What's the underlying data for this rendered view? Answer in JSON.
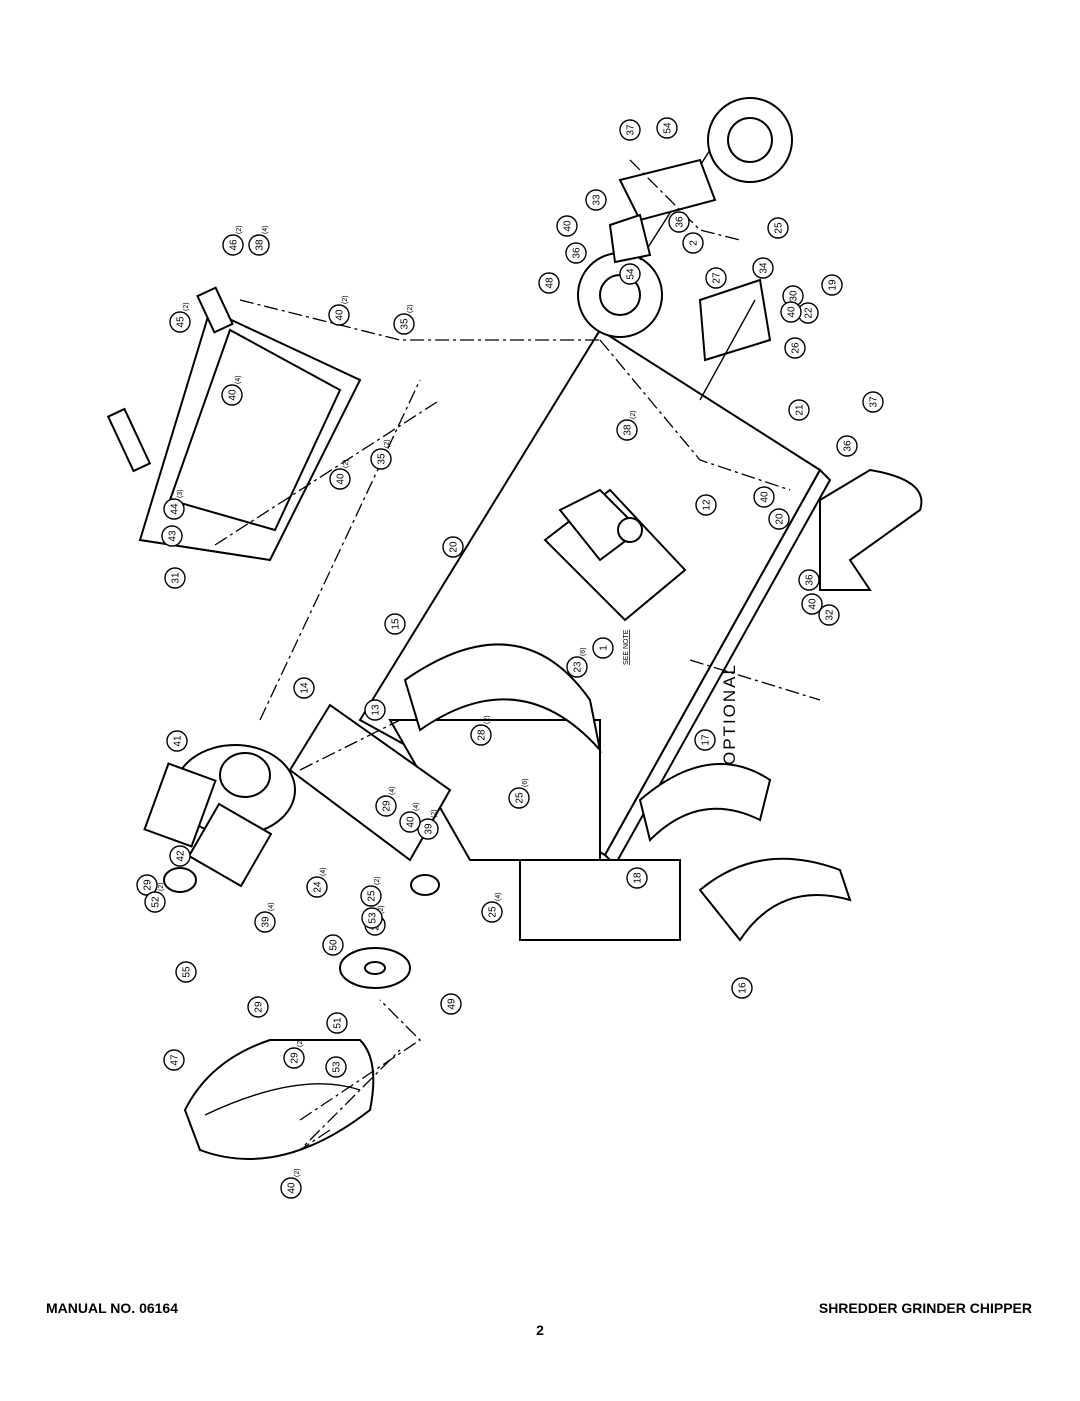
{
  "footer": {
    "manual_label": "MANUAL NO. 06164",
    "product_title": "SHREDDER GRINDER CHIPPER",
    "page_number": "2"
  },
  "diagram": {
    "optional_label": "OPTIONAL",
    "note_label": "SEE NOTE",
    "callouts": [
      {
        "n": "1"
      },
      {
        "n": "2"
      },
      {
        "n": "12"
      },
      {
        "n": "13"
      },
      {
        "n": "14"
      },
      {
        "n": "15"
      },
      {
        "n": "16"
      },
      {
        "n": "17"
      },
      {
        "n": "18"
      },
      {
        "n": "19"
      },
      {
        "n": "20",
        "q": ""
      },
      {
        "n": "20"
      },
      {
        "n": "21"
      },
      {
        "n": "22"
      },
      {
        "n": "23",
        "q": "(6)"
      },
      {
        "n": "24",
        "q": "(4)"
      },
      {
        "n": "25",
        "q": "(2)"
      },
      {
        "n": "25",
        "q": "(2)"
      },
      {
        "n": "25",
        "q": "(4)"
      },
      {
        "n": "25",
        "q": "(6)"
      },
      {
        "n": "25"
      },
      {
        "n": "26"
      },
      {
        "n": "27"
      },
      {
        "n": "28",
        "q": "(2)"
      },
      {
        "n": "29",
        "q": "(2)"
      },
      {
        "n": "29",
        "q": "(4)"
      },
      {
        "n": "29"
      },
      {
        "n": "29"
      },
      {
        "n": "30"
      },
      {
        "n": "31"
      },
      {
        "n": "32"
      },
      {
        "n": "33"
      },
      {
        "n": "34"
      },
      {
        "n": "35",
        "q": "(2)"
      },
      {
        "n": "35",
        "q": "(2)"
      },
      {
        "n": "36"
      },
      {
        "n": "36"
      },
      {
        "n": "36"
      },
      {
        "n": "36"
      },
      {
        "n": "37"
      },
      {
        "n": "37"
      },
      {
        "n": "38",
        "q": "(4)"
      },
      {
        "n": "38",
        "q": "(2)"
      },
      {
        "n": "39",
        "q": "(4)"
      },
      {
        "n": "39",
        "q": "(2)"
      },
      {
        "n": "40",
        "q": "(2)"
      },
      {
        "n": "40",
        "q": "(4)"
      },
      {
        "n": "40",
        "q": "(2)"
      },
      {
        "n": "40",
        "q": "(4)"
      },
      {
        "n": "40"
      },
      {
        "n": "40"
      },
      {
        "n": "40"
      },
      {
        "n": "40"
      },
      {
        "n": "40",
        "q": "(2)"
      },
      {
        "n": "41"
      },
      {
        "n": "42"
      },
      {
        "n": "43"
      },
      {
        "n": "44",
        "q": "(3)"
      },
      {
        "n": "45",
        "q": "(2)"
      },
      {
        "n": "46",
        "q": "(2)"
      },
      {
        "n": "47"
      },
      {
        "n": "48"
      },
      {
        "n": "49"
      },
      {
        "n": "50"
      },
      {
        "n": "51"
      },
      {
        "n": "52",
        "q": "(2)"
      },
      {
        "n": "53"
      },
      {
        "n": "53"
      },
      {
        "n": "54"
      },
      {
        "n": "54"
      },
      {
        "n": "55"
      }
    ]
  }
}
